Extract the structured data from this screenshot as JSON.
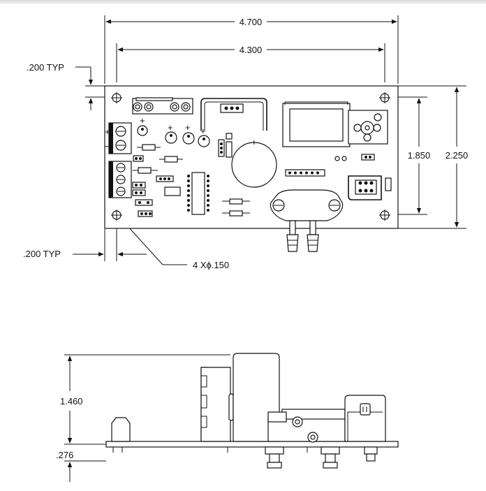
{
  "top_view": {
    "dim_overall_width": "4.700",
    "dim_hole_spacing_width": "4.300",
    "dim_hole_spacing_height": "1.850",
    "dim_overall_height": "2.250",
    "dim_typ_top": ".200 TYP",
    "dim_typ_bottom": ".200 TYP",
    "hole_callout": "4 Xϕ.150",
    "polarity_plus": "+",
    "polarity_minus": "–"
  },
  "side_view": {
    "dim_height": "1.460",
    "dim_below_board": ".276"
  },
  "colors": {
    "line": "#111111",
    "background": "#ffffff"
  }
}
